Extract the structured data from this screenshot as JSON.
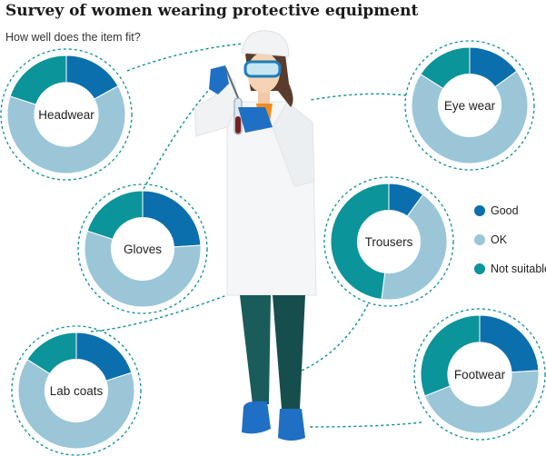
{
  "title": "Survey of women wearing protective equipment",
  "subtitle": "How well does the item fit?",
  "colors": {
    "good": "#0b6fae",
    "ok": "#9ac6d8",
    "not_suitable": "#0b9499",
    "ring": "#0d8f8f"
  },
  "legend": [
    {
      "label": "Good",
      "color": "#0b6fae"
    },
    {
      "label": "OK",
      "color": "#9ac6d8"
    },
    {
      "label": "Not suitable",
      "color": "#0b9499"
    }
  ],
  "chart_data": {
    "type": "pie",
    "title": "Survey of women wearing protective equipment",
    "subtitle": "How well does the item fit?",
    "categories": [
      "Good",
      "OK",
      "Not suitable"
    ],
    "series": [
      {
        "name": "Headwear",
        "values": [
          17,
          63,
          20
        ]
      },
      {
        "name": "Eye wear",
        "values": [
          15,
          69,
          16
        ]
      },
      {
        "name": "Gloves",
        "values": [
          24,
          56,
          20
        ]
      },
      {
        "name": "Trousers",
        "values": [
          10,
          42,
          48
        ]
      },
      {
        "name": "Lab coats",
        "values": [
          20,
          64,
          16
        ]
      },
      {
        "name": "Footwear",
        "values": [
          24,
          45,
          31
        ]
      }
    ],
    "legend_position": "right"
  }
}
